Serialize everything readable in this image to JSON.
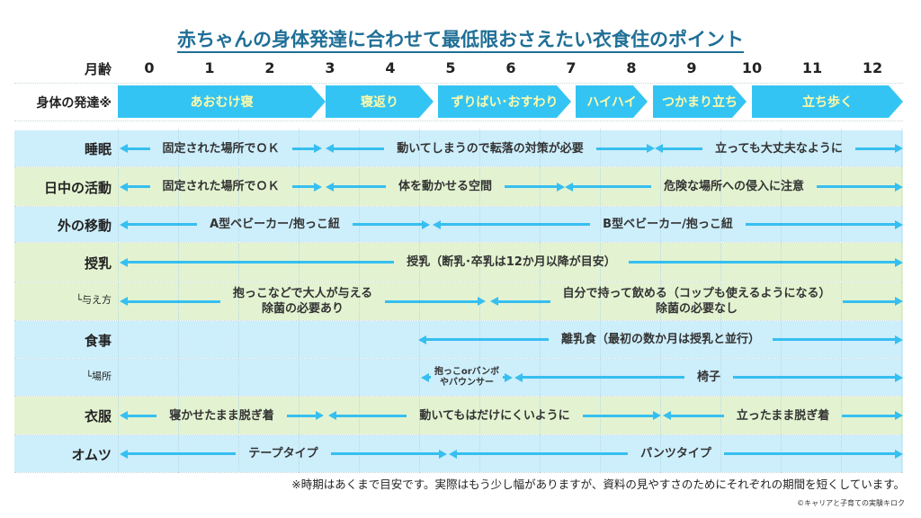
{
  "title": "赤ちゃんの身体発達に合わせて最低限おさえたい衣食住のポイント",
  "month_label": "月齢",
  "months": [
    "0",
    "1",
    "2",
    "3",
    "4",
    "5",
    "6",
    "7",
    "8",
    "9",
    "10",
    "11",
    "12"
  ],
  "development": {
    "label": "身体の発達※",
    "stages": [
      "あおむけ寝",
      "寝返り",
      "ずりばい･おすわり",
      "ハイハイ",
      "つかまり立ち",
      "立ち歩く"
    ]
  },
  "rows": [
    {
      "label": "睡眠",
      "segments": [
        "固定された場所でＯＫ",
        "動いてしまうので転落の対策が必要",
        "立っても大丈夫なように"
      ]
    },
    {
      "label": "日中の活動",
      "segments": [
        "固定された場所でＯＫ",
        "体を動かせる空間",
        "危険な場所への侵入に注意"
      ]
    },
    {
      "label": "外の移動",
      "segments": [
        "A型ベビーカー/抱っこ紐",
        "B型ベビーカー/抱っこ紐"
      ]
    },
    {
      "label": "授乳",
      "segments": [
        "授乳（断乳･卒乳は12か月以降が目安）"
      ]
    },
    {
      "label": "└与え方",
      "segments": [
        "抱っこなどで大人が与える\n除菌の必要あり",
        "自分で持って飲める（コップも使えるようになる）\n除菌の必要なし"
      ]
    },
    {
      "label": "食事",
      "segments": [
        "離乳食（最初の数か月は授乳と並行）"
      ]
    },
    {
      "label": "└場所",
      "segments": [
        "抱っこorバンボ\nやバウンサー",
        "椅子"
      ]
    },
    {
      "label": "衣服",
      "segments": [
        "寝かせたまま脱ぎ着",
        "動いてもはだけにくいように",
        "立ったまま脱ぎ着"
      ]
    },
    {
      "label": "オムツ",
      "segments": [
        "テープタイプ",
        "パンツタイプ"
      ]
    }
  ],
  "note": "※時期はあくまで目安です。実際はもう少し幅がありますが、資料の見やすさのためにそれぞれの期間を短くしています。",
  "copyright": "©キャリアと子育ての実験キロク",
  "colors": {
    "arrow": "#36bff0",
    "chevron": "#34c4f3",
    "blue_band": "#cdeefb",
    "green_band": "#e3f3d1",
    "title": "#1f6f96"
  }
}
